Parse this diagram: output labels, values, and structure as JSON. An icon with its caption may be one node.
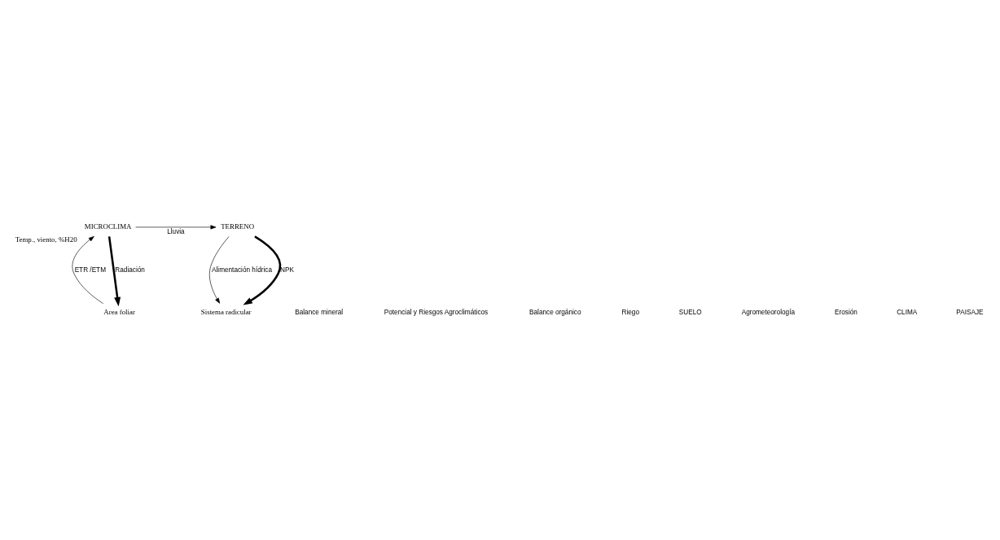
{
  "diagram": {
    "nodes": [
      {
        "text": [
          "Area foliar"
        ]
      },
      {
        "text": [
          "Sistema radicular"
        ]
      },
      {
        "text": [
          "MICROCLIMA"
        ],
        "beside": [
          "Temp., viento, %H20"
        ]
      },
      {
        "text": [
          "TERRENO"
        ]
      }
    ],
    "edges": [
      {
        "from": 2,
        "to": 0,
        "arrow": "to",
        "style": "thick",
        "label": "Radiación"
      },
      {
        "from": 0,
        "to": 2,
        "arrow": "to",
        "label": "ETR /ETM"
      },
      {
        "from": 2,
        "to": 3,
        "arrow": "to",
        "label": "Lluvia"
      },
      {
        "from": 3,
        "to": 1,
        "arrow": "to",
        "label": "Alimentación hídrica"
      },
      {
        "from": 3,
        "to": 1,
        "arrow": "to",
        "style": "thick",
        "label": "NPK"
      }
    ],
    "labels": [
      "Balance mineral",
      "Potencial y Riesgos Agroclimáticos",
      "Balance orgánico",
      "Riego",
      "SUELO",
      "Agrometeorología",
      "Erosión",
      "CLIMA",
      "PAISAJE"
    ]
  }
}
